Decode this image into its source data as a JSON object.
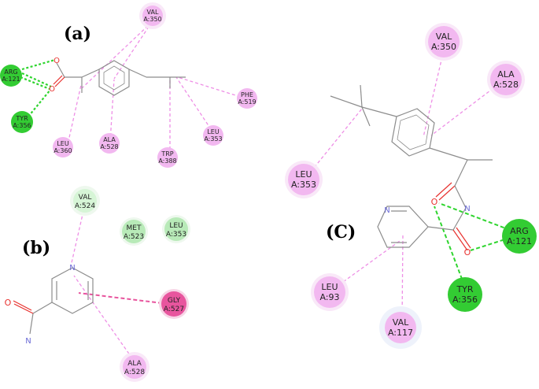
{
  "panels": [
    {
      "id": "a",
      "label": "(a)"
    },
    {
      "id": "b",
      "label": "(b)"
    },
    {
      "id": "c",
      "label": "(C)"
    }
  ],
  "colors": {
    "hbond": "#2fd52f",
    "hbond_residue": "#33cc33",
    "carbon_hbond_residue": "#d6f5d6",
    "alkyl_residue": "#f2b8f0",
    "alkyl_line": "#ee8fe6",
    "pi_residue": "#e8559e",
    "bond": "#8c8c8c",
    "oxygen": "#e8322f",
    "nitrogen": "#6b6bd6"
  },
  "residues": {
    "a_val350": [
      "VAL",
      "A:350"
    ],
    "a_arg121": [
      "ARG",
      "A:121"
    ],
    "a_tyr356": [
      "TYR",
      "A:356"
    ],
    "a_leu360": [
      "LEU",
      "A:360"
    ],
    "a_ala528": [
      "ALA",
      "A:528"
    ],
    "a_trp388": [
      "TRP",
      "A:388"
    ],
    "a_leu353": [
      "LEU",
      "A:353"
    ],
    "a_phe519": [
      "PHE",
      "A:519"
    ],
    "b_val524": [
      "VAL",
      "A:524"
    ],
    "b_met523": [
      "MET",
      "A:523"
    ],
    "b_leu353": [
      "LEU",
      "A:353"
    ],
    "b_gly527": [
      "GLY",
      "A:527"
    ],
    "b_ala528": [
      "ALA",
      "A:528"
    ],
    "c_val350": [
      "VAL",
      "A:350"
    ],
    "c_ala528": [
      "ALA",
      "A:528"
    ],
    "c_leu353": [
      "LEU",
      "A:353"
    ],
    "c_arg121": [
      "ARG",
      "A:121"
    ],
    "c_tyr356": [
      "TYR",
      "A:356"
    ],
    "c_leu93": [
      "LEU",
      "A:93"
    ],
    "c_val117": [
      "VAL",
      "A:117"
    ]
  },
  "atoms": {
    "a_o1": "O",
    "a_o2": "O",
    "b_n": "N",
    "b_o": "O",
    "b_nh2": "N",
    "c_o1": "O",
    "c_n_amide": "N",
    "c_o2": "O",
    "c_n_ring": "N"
  }
}
